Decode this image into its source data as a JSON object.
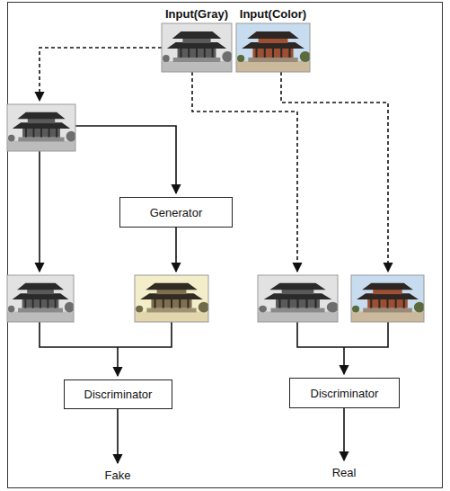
{
  "diagram": {
    "nodes": [
      {
        "text": [
          "Generator"
        ]
      },
      {
        "text": [
          "Discriminator"
        ]
      },
      {
        "text": [
          "Discriminator"
        ]
      }
    ],
    "labels": [
      "Input(Gray)",
      "Input(Color)",
      "Fake",
      "Real"
    ]
  }
}
